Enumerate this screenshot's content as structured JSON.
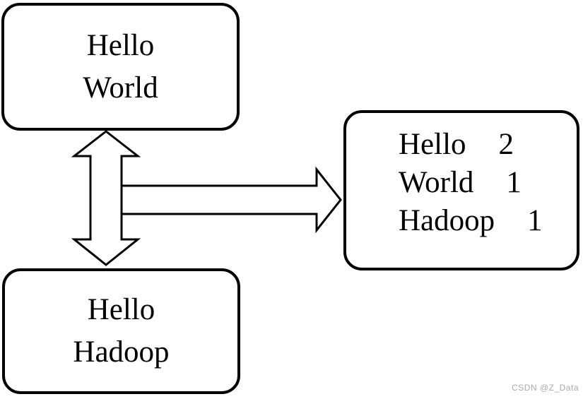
{
  "diagram": {
    "background_color": "#ffffff",
    "stroke_color": "#000000",
    "boxes": {
      "input_box": {
        "lines": [
          "Hello",
          "World"
        ]
      },
      "second_input_box": {
        "lines": [
          "Hello",
          "Hadoop"
        ]
      },
      "result_box": {
        "rows": [
          {
            "word": "Hello",
            "count": "2"
          },
          {
            "word": "World",
            "count": "1"
          },
          {
            "word": "Hadoop",
            "count": "1"
          }
        ]
      }
    },
    "arrows": {
      "vertical": "double-headed arrow between Hello World box and Hello Hadoop box",
      "horizontal": "right arrow from vertical arrow to result box"
    }
  },
  "watermark": {
    "text": "CSDN @Z_Data",
    "color": "#aaaaaa"
  }
}
